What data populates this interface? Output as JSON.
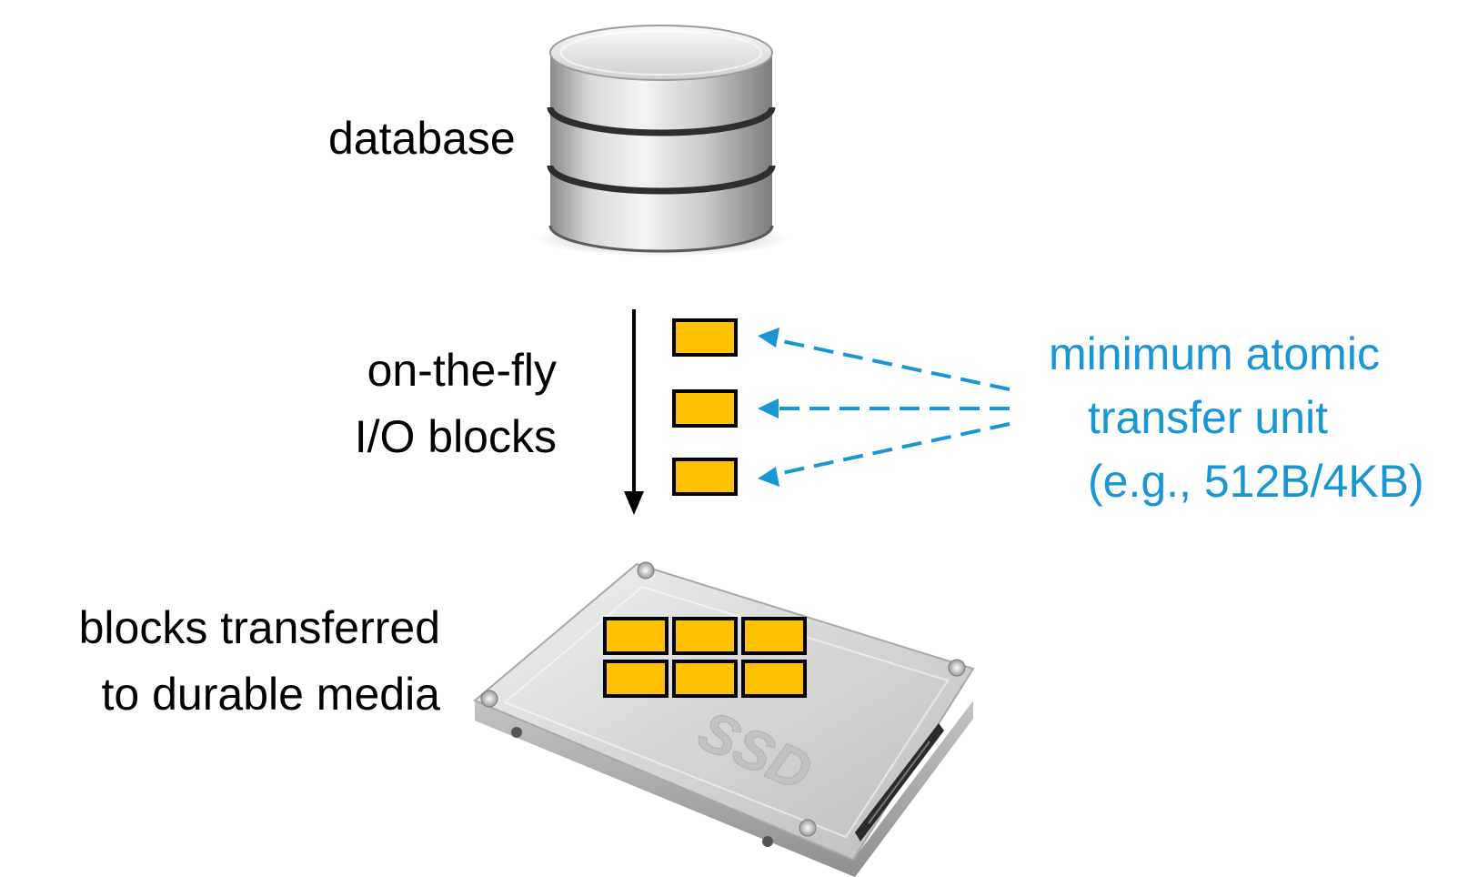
{
  "labels": {
    "database": "database",
    "io_blocks_line1": "on-the-fly",
    "io_blocks_line2": "I/O blocks",
    "transfer_unit_line1": "minimum atomic",
    "transfer_unit_line2": "transfer unit",
    "transfer_unit_line3": "(e.g., 512B/4KB)",
    "durable_line1": "blocks transferred",
    "durable_line2": "to durable media",
    "ssd_mark": "SSD"
  },
  "colors": {
    "block_fill": "#ffc000",
    "block_stroke": "#000000",
    "annotation_blue": "#1a96d4",
    "text": "#000000"
  },
  "icons": {
    "database": "database-cylinder-icon",
    "ssd": "ssd-drive-icon"
  },
  "counts": {
    "on_the_fly_blocks": 3,
    "stored_blocks": 6
  }
}
